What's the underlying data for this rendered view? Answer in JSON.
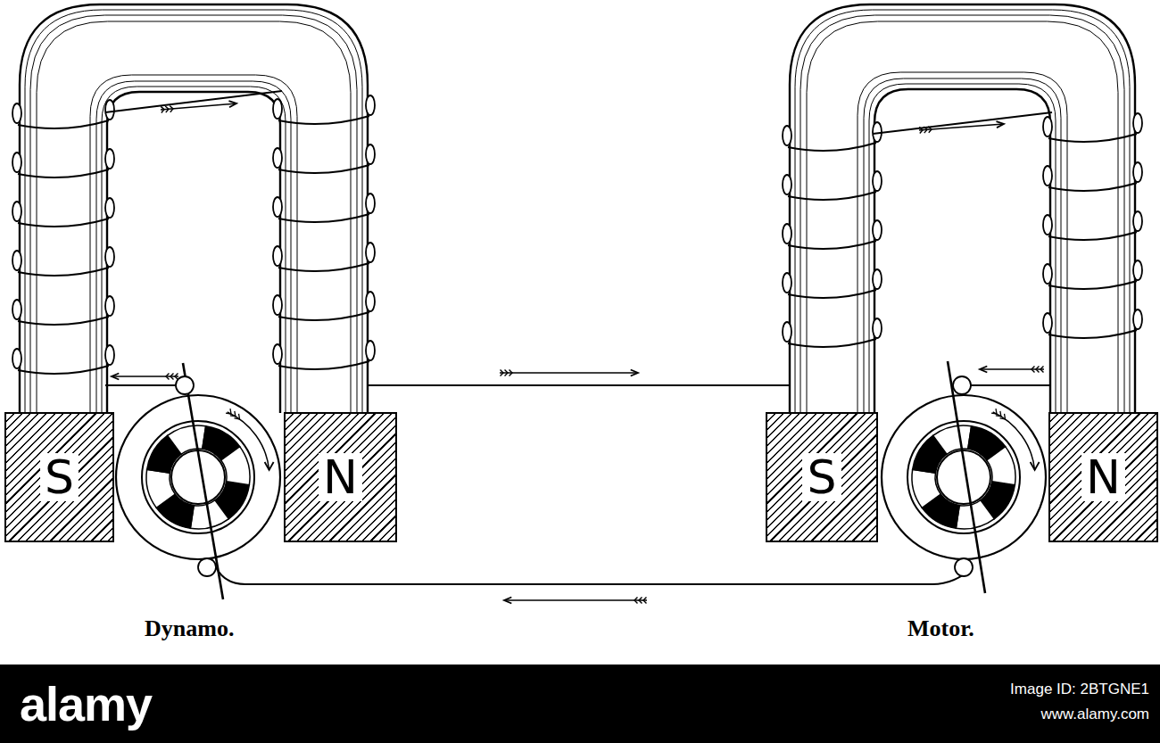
{
  "diagram": {
    "nodes": [
      {
        "text": [
          "S"
        ]
      },
      {
        "text": [
          "N"
        ]
      },
      {
        "text": [
          "S"
        ]
      },
      {
        "text": [
          "N"
        ]
      }
    ],
    "labels": [
      "Dynamo.",
      "Motor.",
      "alamy",
      "Image ID: 2BTGNE1",
      "www.alamy.com"
    ]
  }
}
